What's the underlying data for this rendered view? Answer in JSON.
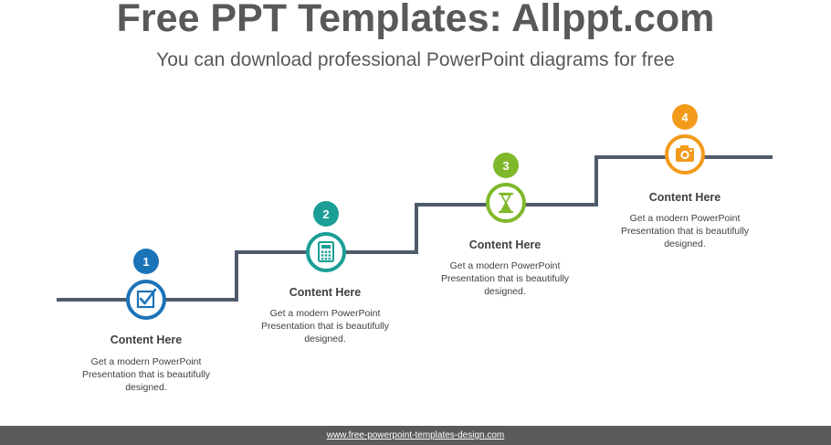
{
  "header": {
    "title": "Free PPT Templates: Allppt.com",
    "subtitle": "You can download professional PowerPoint diagrams for free"
  },
  "steps": [
    {
      "number": "1",
      "heading": "Content Here",
      "text": "Get a modern PowerPoint Presentation that is beautifully designed.",
      "icon": "checkbox-icon",
      "color": "#1b73b8"
    },
    {
      "number": "2",
      "heading": "Content Here",
      "text": "Get a modern PowerPoint Presentation that is beautifully designed.",
      "icon": "calculator-icon",
      "color": "#1a9e96"
    },
    {
      "number": "3",
      "heading": "Content Here",
      "text": "Get a modern PowerPoint Presentation that is beautifully designed.",
      "icon": "hourglass-icon",
      "color": "#7fb82a"
    },
    {
      "number": "4",
      "heading": "Content Here",
      "text": "Get a modern PowerPoint Presentation that is beautifully designed.",
      "icon": "camera-icon",
      "color": "#f29a1a"
    }
  ],
  "stair_color": "#4f5b6b",
  "footer": {
    "link": "www.free-powerpoint-templates-design.com"
  }
}
